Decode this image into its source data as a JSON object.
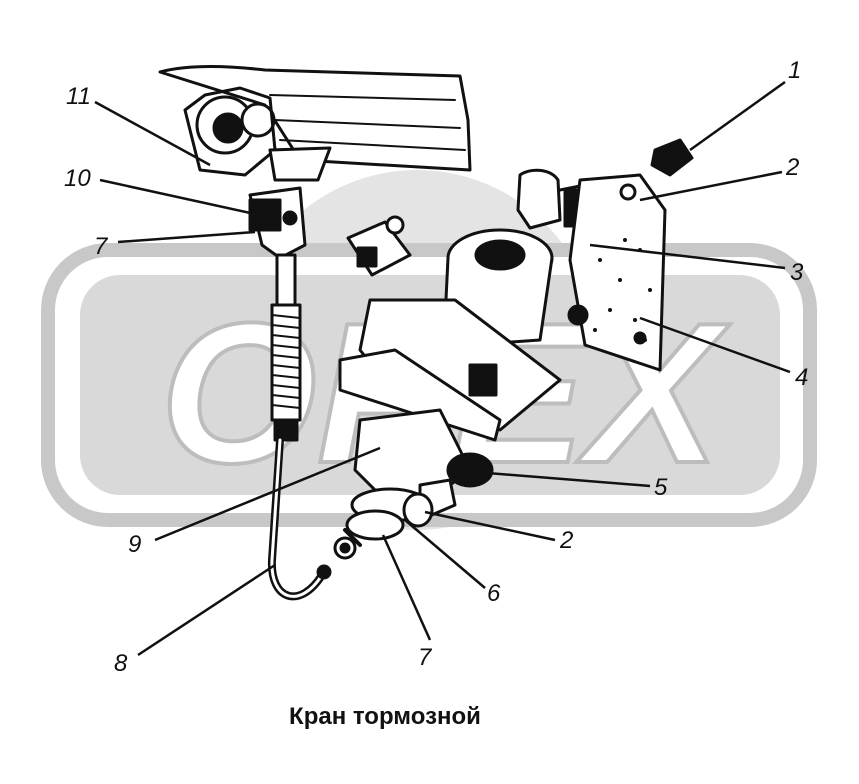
{
  "caption": "Кран тормозной",
  "watermark": {
    "text": "OPEX",
    "color": "#d8d8d8"
  },
  "callouts": {
    "c1": "1",
    "c2a": "2",
    "c3": "3",
    "c4": "4",
    "c5": "5",
    "c2b": "2",
    "c6": "6",
    "c7a": "7",
    "c8": "8",
    "c9": "9",
    "c7b": "7",
    "c10": "10",
    "c11": "11"
  }
}
